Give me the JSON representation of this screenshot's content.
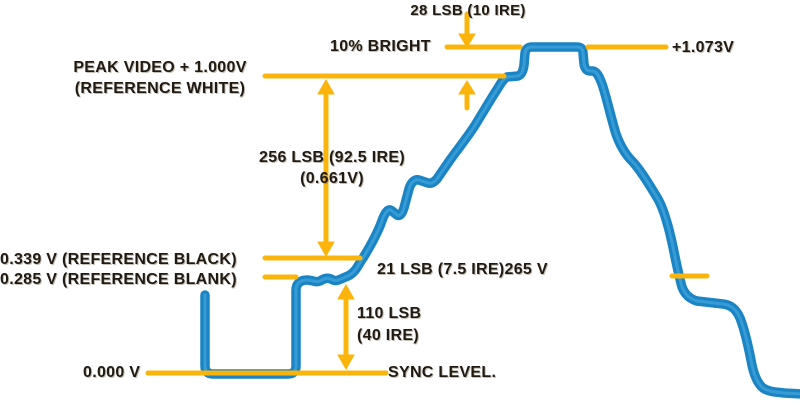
{
  "colors": {
    "background": "#ffffff",
    "waveform_blue": "#1b84c4",
    "waveform_blue_light": "#3fa2d9",
    "annotation_yellow": "#fbb40c",
    "text": "#201a12"
  },
  "labels": {
    "headroom_lsb": "28 LSB (10 IRE)",
    "bright": "10% BRIGHT",
    "top_voltage": "+1.073V",
    "peak_video_line1": "PEAK VIDEO + 1.000V",
    "peak_video_line2": "(REFERENCE WHITE)",
    "range_lsb_line1": "256 LSB (92.5 IRE)",
    "range_lsb_line2": "(0.661V)",
    "ref_black": "0.339 V (REFERENCE BLACK)",
    "ref_blank": "0.285 V (REFERENCE BLANK)",
    "setup_lsb": "21 LSB (7.5 IRE)265 V",
    "sync_lsb_line1": "110 LSB",
    "sync_lsb_line2": "(40 IRE)",
    "zero_voltage": "0.000 V",
    "sync_level": "SYNC LEVEL."
  }
}
